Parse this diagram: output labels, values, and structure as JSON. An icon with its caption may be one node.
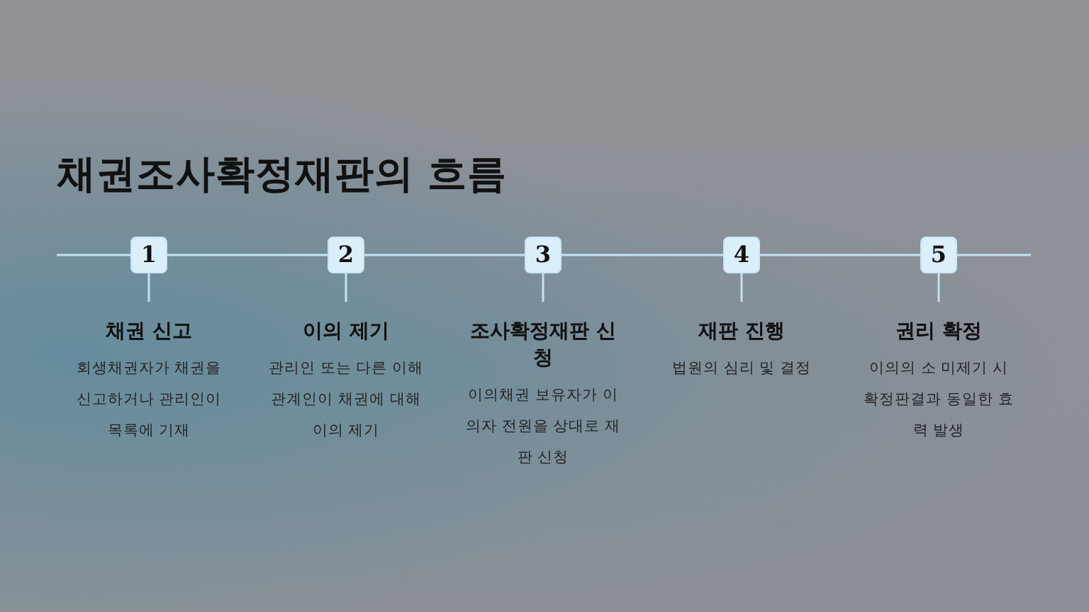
{
  "diagram": {
    "title": "채권조사확정재판의 흐름",
    "nodes": [
      {
        "text": [
          "1"
        ]
      },
      {
        "text": [
          "2"
        ]
      },
      {
        "text": [
          "3"
        ]
      },
      {
        "text": [
          "4"
        ]
      },
      {
        "text": [
          "5"
        ]
      },
      {
        "text": [
          "채권 신고",
          "회생채권자가 채권을 신고하거나 관리인이 목록에 기재"
        ]
      },
      {
        "text": [
          "이의 제기",
          "관리인 또는 다른 이해 관계인이 채권에 대해 이의 제기"
        ]
      },
      {
        "text": [
          "조사확정재판 신청",
          "이의채권 보유자가 이의자 전원을 상대로 재판 신청"
        ]
      },
      {
        "text": [
          "재판 진행",
          "법원의 심리 및 결정"
        ]
      },
      {
        "text": [
          "권리 확정",
          "이의의 소 미제기 시 확정판결과 동일한 효력 발생"
        ]
      }
    ],
    "edges": [
      {
        "from": null,
        "to": 0,
        "arrow": "none"
      },
      {
        "from": 0,
        "to": 1,
        "arrow": "none"
      },
      {
        "from": 1,
        "to": 2,
        "arrow": "none"
      },
      {
        "from": 2,
        "to": 3,
        "arrow": "none"
      },
      {
        "from": 3,
        "to": 4,
        "arrow": "none"
      },
      {
        "from": 4,
        "to": null,
        "arrow": "none"
      },
      {
        "from": 0,
        "to": 5,
        "arrow": "none"
      },
      {
        "from": 1,
        "to": 6,
        "arrow": "none"
      },
      {
        "from": 2,
        "to": 7,
        "arrow": "none"
      },
      {
        "from": 3,
        "to": 8,
        "arrow": "none"
      },
      {
        "from": 4,
        "to": 9,
        "arrow": "none"
      }
    ]
  }
}
